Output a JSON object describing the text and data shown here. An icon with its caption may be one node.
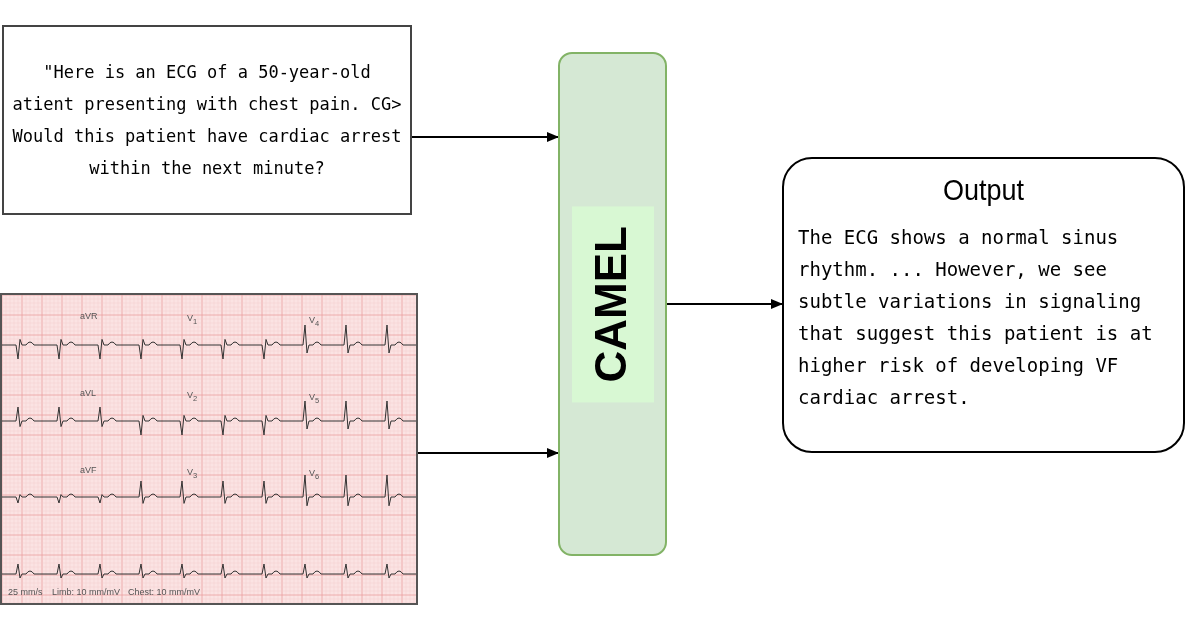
{
  "diagram": {
    "nodes": [
      {
        "text": [
          "\"Here is an ECG of a 50-year-old atient presenting with chest pain. CG> Would this patient have cardiac arrest within the next minute?"
        ]
      },
      {
        "text": [],
        "shape": "picture"
      },
      {
        "text": [
          "CAMEL"
        ]
      },
      {
        "text": [
          "Output",
          "The ECG shows a normal sinus rhythm. ... However, we see subtle variations in signaling that suggest this patient is at higher risk of developing VF cardiac arrest."
        ]
      }
    ],
    "edges": [
      {
        "from": 0,
        "to": 2,
        "arrow": "to"
      },
      {
        "from": 1,
        "to": 2,
        "arrow": "to"
      },
      {
        "from": 2,
        "to": 3,
        "arrow": "to"
      }
    ],
    "labels": [
      "aVR",
      "V$_{1}$",
      "V$_{4}$",
      "aVL",
      "V$_{2}$",
      "V$_{5}$",
      "aVF",
      "V$_{3}$",
      "V$_{6}$",
      "25 mm/s",
      "Limb: 10 mm/mV",
      "Chest: 10 mm/mV"
    ]
  }
}
